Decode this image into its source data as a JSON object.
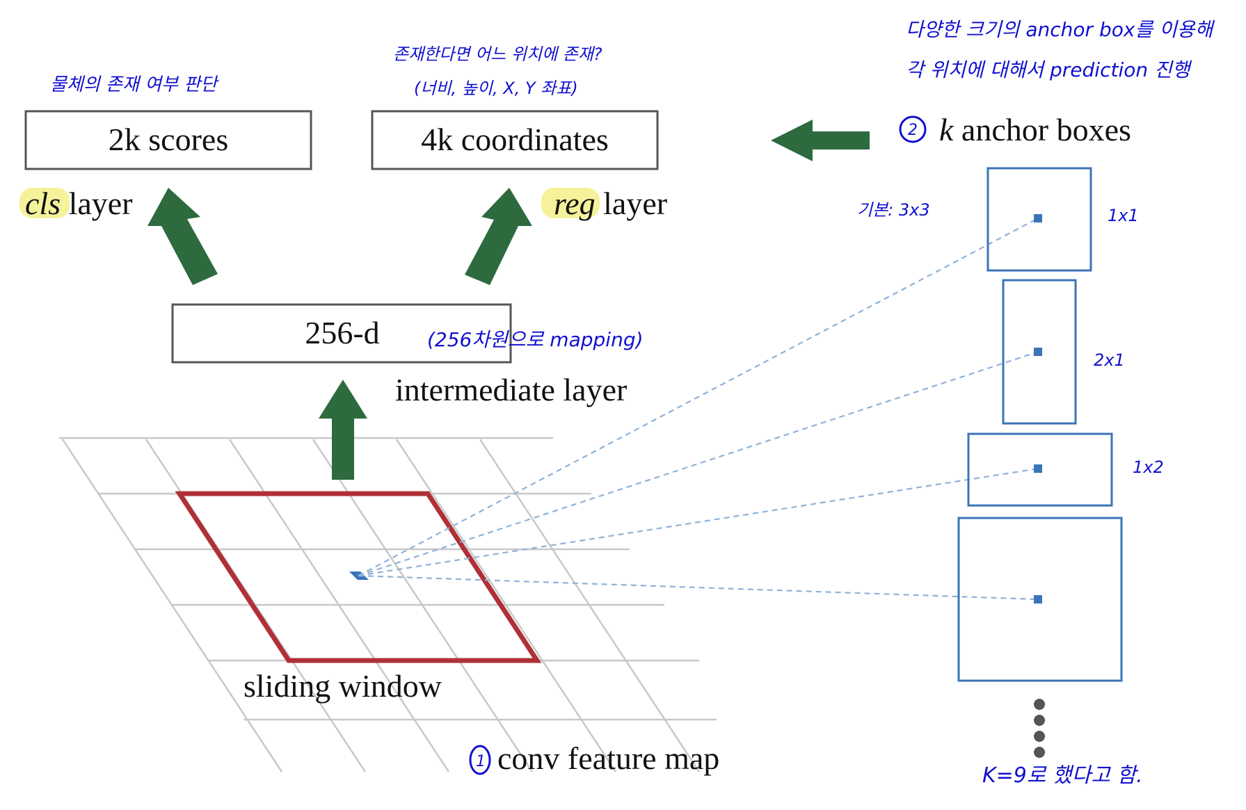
{
  "boxes": {
    "scores": "2k scores",
    "coordinates": "4k coordinates",
    "intermediate": "256-d"
  },
  "labels": {
    "cls_italic": "cls",
    "cls_rest": " layer",
    "reg_italic": "reg",
    "reg_rest": " layer",
    "intermediate_layer": "intermediate layer",
    "sliding_window": "sliding window",
    "conv_feature_map": "conv feature map",
    "anchor_boxes": "k anchor boxes"
  },
  "annotations": {
    "scores_note": "물체의 존재 여부 판단",
    "coords_note_line1": "존재한다면 어느 위치에 존재?",
    "coords_note_line2": "(너비, 높이, X, Y 좌표)",
    "anchors_note_line1": "다양한 크기의 anchor box를 이용해",
    "anchors_note_line2": "각 위치에 대해서 prediction 진행",
    "mapping_note": "(256차원으로 mapping)",
    "base_size": "기본: 3x3",
    "ratio_1": "1x1",
    "ratio_2": "2x1",
    "ratio_3": "1x2",
    "k_note": "K=9로 했다고 함.",
    "step1": "1",
    "step2": "2"
  },
  "colors": {
    "arrow": "#2d6a3e",
    "window": "#b03038",
    "anchor": "#3b73b8",
    "grid": "#c8c8c8",
    "ink": "#1010d0"
  }
}
